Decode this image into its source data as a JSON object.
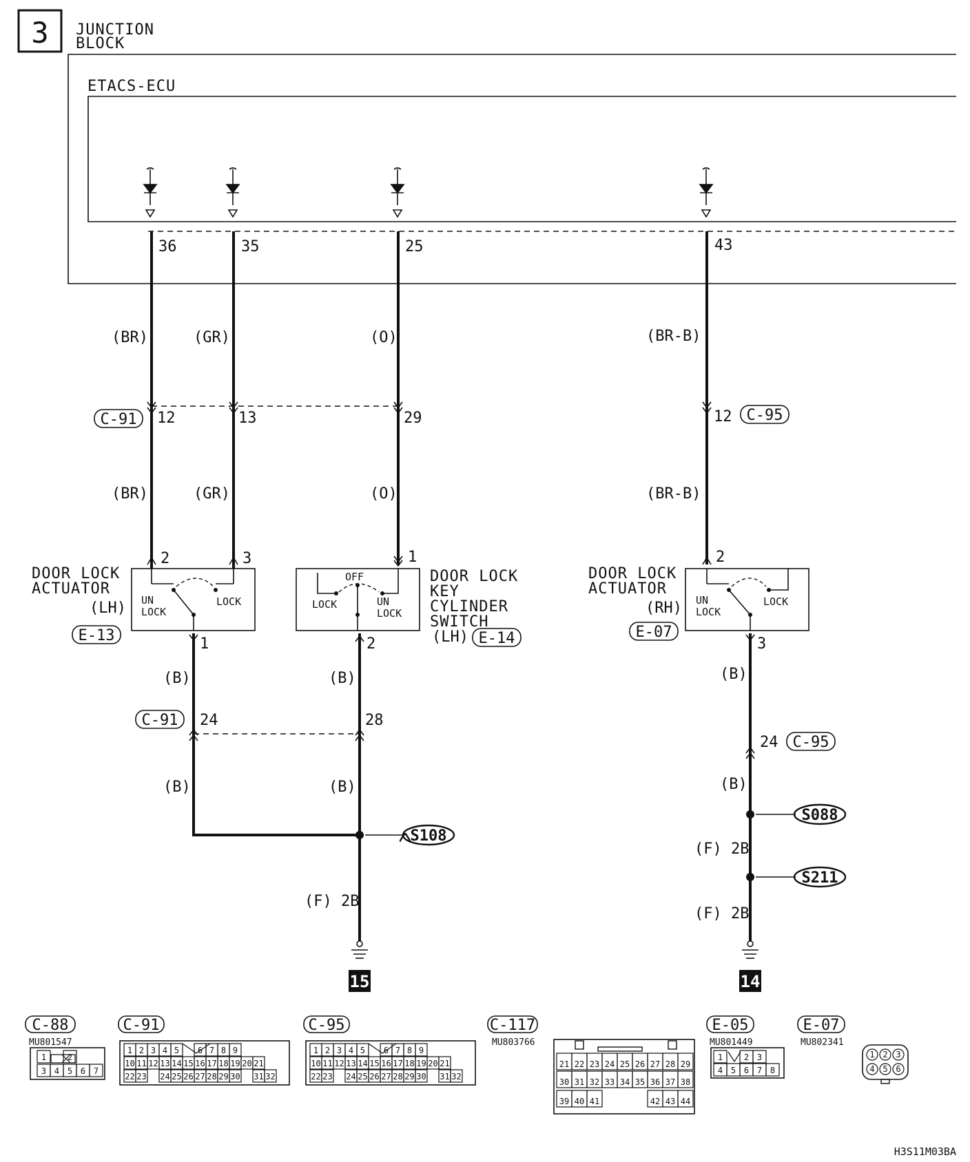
{
  "page_number": "3",
  "junction_block": {
    "line1": "JUNCTION",
    "line2": "BLOCK"
  },
  "ecu_label": "ETACS-ECU",
  "ecu_pins": [
    "36",
    "35",
    "25",
    "43"
  ],
  "wires_top": [
    "(BR)",
    "(GR)",
    "(O)",
    "(BR-B)"
  ],
  "connectors": {
    "c91": "C-91",
    "c95": "C-95",
    "c88": "C-88",
    "c117": "C-117",
    "e05": "E-05",
    "e07": "E-07",
    "e13": "E-13",
    "e14": "E-14"
  },
  "c91_pins_top": [
    "12",
    "13",
    "29"
  ],
  "c95_pin_top": "12",
  "wires_mid": [
    "(BR)",
    "(GR)",
    "(O)",
    "(BR-B)"
  ],
  "component_pins": {
    "lh_act_a": "2",
    "lh_act_b": "3",
    "key_cyl_in": "1",
    "rh_act_in": "2",
    "lh_act_out": "1",
    "key_cyl_out": "2",
    "rh_act_out": "3"
  },
  "actuator_lh": {
    "l1": "DOOR LOCK",
    "l2": "ACTUATOR",
    "l3": "(LH)"
  },
  "key_cylinder": {
    "l1": "DOOR LOCK",
    "l2": "KEY",
    "l3": "CYLINDER",
    "l4": "SWITCH",
    "l5": "(LH)"
  },
  "actuator_rh": {
    "l1": "DOOR LOCK",
    "l2": "ACTUATOR",
    "l3": "(RH)"
  },
  "switch_text": {
    "un": "UN",
    "lock_lower": "LOCK",
    "lock": "LOCK",
    "off": "OFF"
  },
  "wire_b": "(B)",
  "c91_pins_bottom": [
    "24",
    "28"
  ],
  "c95_pin_bottom": "24",
  "wire_f2b": "(F) 2B",
  "splices": [
    "S108",
    "S088",
    "S211"
  ],
  "grounds": [
    "15",
    "14"
  ],
  "part_numbers": {
    "c88": "MU801547",
    "c117": "MU803766",
    "e05": "MU801449",
    "e07": "MU802341"
  },
  "c88_grid": {
    "row1": [
      "1",
      "",
      "2"
    ],
    "row2": [
      "3",
      "4",
      "5",
      "6",
      "7"
    ]
  },
  "c91_grid": {
    "row1": [
      "1",
      "2",
      "3",
      "4",
      "5",
      "",
      "6",
      "7",
      "8",
      "9"
    ],
    "row2": [
      "10",
      "11",
      "12",
      "13",
      "14",
      "15",
      "16",
      "17",
      "18",
      "19",
      "20",
      "21"
    ],
    "row3": [
      "22",
      "23",
      "",
      "24",
      "25",
      "26",
      "27",
      "28",
      "29",
      "30",
      "",
      "31",
      "32"
    ]
  },
  "c117_grid": {
    "row1": [
      "21",
      "22",
      "23",
      "24",
      "25",
      "26",
      "27",
      "28",
      "29"
    ],
    "row2": [
      "30",
      "31",
      "32",
      "33",
      "34",
      "35",
      "36",
      "37",
      "38"
    ],
    "row3": [
      "39",
      "40",
      "41",
      "",
      "",
      "",
      "42",
      "43",
      "44"
    ]
  },
  "e05_grid": {
    "row1": [
      "1",
      "",
      "2",
      "3"
    ],
    "row2": [
      "4",
      "5",
      "6",
      "7",
      "8"
    ]
  },
  "e07_grid": {
    "row1": [
      "1",
      "2",
      "3"
    ],
    "row2": [
      "4",
      "5",
      "6"
    ]
  },
  "code": "H3S11M03BA"
}
